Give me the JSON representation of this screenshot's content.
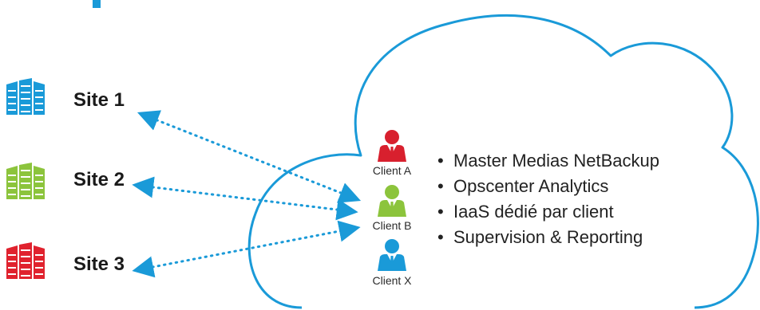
{
  "colors": {
    "cloud_stroke": "#1a9ad8",
    "arrow": "#1a9ad8",
    "site_1": "#1a9ad8",
    "site_2": "#8cc43c",
    "site_3": "#e0222e",
    "client_a": "#d8202e",
    "client_b": "#8cc43c",
    "client_x": "#1a9ad8"
  },
  "sites": [
    {
      "label": "Site 1",
      "icon": "building-icon"
    },
    {
      "label": "Site 2",
      "icon": "building-icon"
    },
    {
      "label": "Site 3",
      "icon": "building-icon"
    }
  ],
  "clients": [
    {
      "label": "Client A",
      "icon": "user-icon"
    },
    {
      "label": "Client B",
      "icon": "user-icon"
    },
    {
      "label": "Client X",
      "icon": "user-icon"
    }
  ],
  "features": [
    "Master Medias NetBackup",
    "Opscenter Analytics",
    "IaaS dédié par client",
    "Supervision & Reporting"
  ]
}
